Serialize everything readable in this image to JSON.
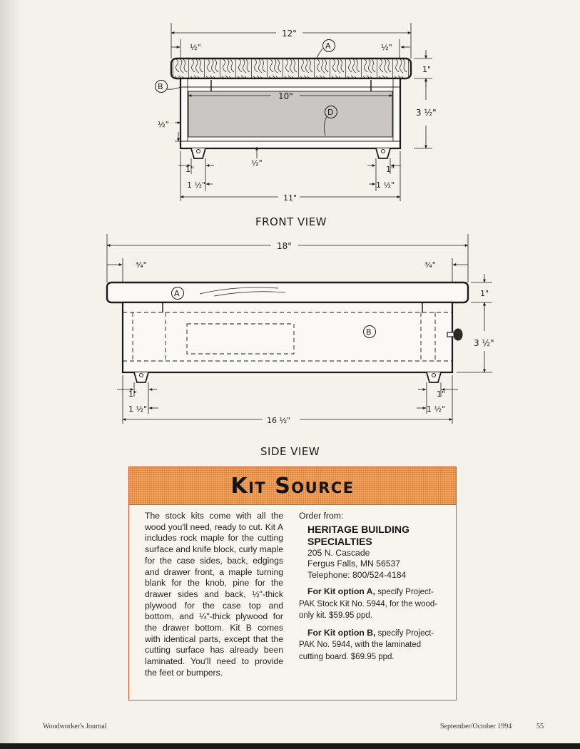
{
  "front_view": {
    "label": "FRONT VIEW",
    "dims": {
      "overall_width": "12\"",
      "top_left_inset": "½\"",
      "top_right_inset": "½\"",
      "top_thickness": "1\"",
      "case_height": "3 ½\"",
      "drawer_width": "10\"",
      "side_thickness": "½\"",
      "bottom_thickness": "½\"",
      "left_foot_width": "1\"",
      "right_foot_width": "1\"",
      "left_foot_inset": "1 ½\"",
      "right_foot_inset": "1 ½\"",
      "case_width": "11\""
    },
    "callouts": {
      "top": "A",
      "case": "B",
      "drawer": "D"
    }
  },
  "side_view": {
    "label": "SIDE VIEW",
    "dims": {
      "overall_length": "18\"",
      "left_overhang": "¾\"",
      "right_overhang": "¾\"",
      "top_thickness": "1\"",
      "case_height": "3 ½\"",
      "left_foot_width": "1\"",
      "right_foot_width": "1\"",
      "left_foot_inset": "1 ½\"",
      "right_foot_inset": "1 ½\"",
      "case_length": "16 ½\""
    },
    "callouts": {
      "top": "A",
      "case": "B"
    }
  },
  "kit_source": {
    "title": "Kit Source",
    "description": "The stock kits come with all the wood you'll need, ready to cut. Kit A includes rock maple for the cutting surface and knife block, curly maple for the case sides, back, edgings and drawer front, a maple turning blank for the knob, pine for the drawer sides and back, ½\"-thick plywood for the case top and bottom, and ¼\"-thick plywood for the drawer bottom. Kit B comes with identical parts, except that the cutting surface has already been laminated. You'll need to provide the feet or bumpers.",
    "order_from": "Order from:",
    "company_line1": "HERITAGE BUILDING",
    "company_line2": "SPECIALTIES",
    "street": "205 N. Cascade",
    "city": "Fergus Falls, MN 56537",
    "phone": "Telephone: 800/524-4184",
    "option_a_lead": "For Kit option A,",
    "option_a_rest": " specify Project-PAK Stock Kit No. 5944, for the wood-only kit. $59.95 ppd.",
    "option_b_lead": "For Kit option B,",
    "option_b_rest": " specify Project-PAK No. 5944, with the laminated cutting board. $69.95 ppd."
  },
  "footer": {
    "publication": "Woodworker's Journal",
    "issue_date": "September/October 1994",
    "page_number": "55"
  }
}
